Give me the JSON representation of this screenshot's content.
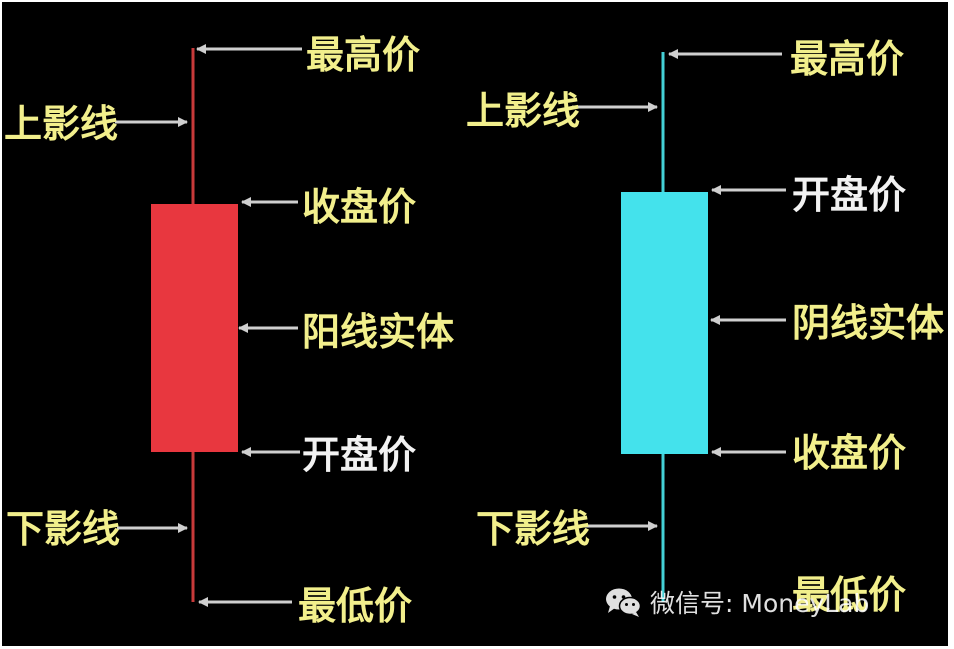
{
  "colors": {
    "background": "#000000",
    "yang_body": "#e8373f",
    "yin_body": "#44e2ec",
    "yang_wick": "#c73a3a",
    "yin_wick": "#44d0d6",
    "label_yellow": "#f2ef8c",
    "label_white": "#f2f2f2",
    "arrow": "#cfcfcf"
  },
  "yang_candle": {
    "upper_shadow": "上影线",
    "highest_price": "最高价",
    "close_price": "收盘价",
    "body": "阳线实体",
    "open_price": "开盘价",
    "lower_shadow": "下影线",
    "lowest_price": "最低价"
  },
  "yin_candle": {
    "upper_shadow": "上影线",
    "highest_price": "最高价",
    "open_price": "开盘价",
    "body": "阴线实体",
    "close_price": "收盘价",
    "lower_shadow": "下影线",
    "lowest_price": "最低价"
  },
  "watermark": {
    "icon": "wechat-icon",
    "text": "微信号: MoneyLab"
  }
}
